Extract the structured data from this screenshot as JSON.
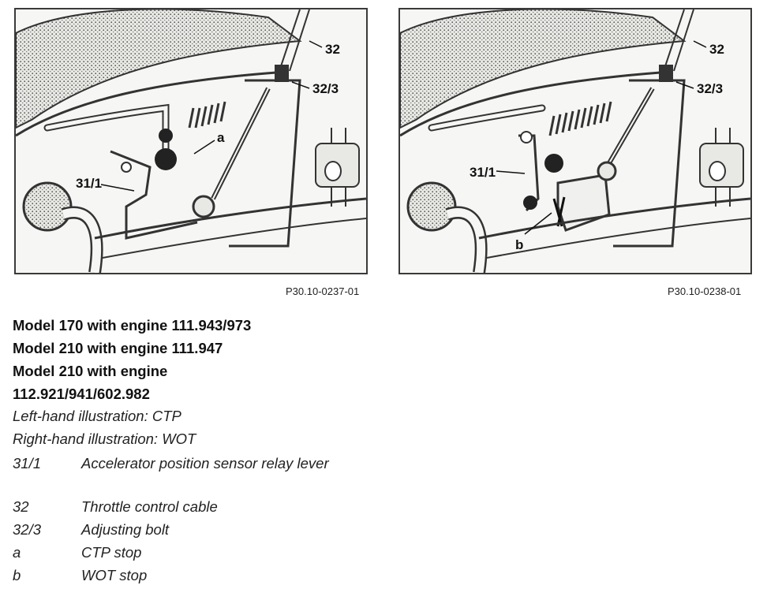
{
  "figures": [
    {
      "code": "P30.10-0237-01",
      "labels": {
        "cable": "32",
        "bolt": "32/3",
        "lever": "31/1",
        "stop": "a"
      }
    },
    {
      "code": "P30.10-0238-01",
      "labels": {
        "cable": "32",
        "bolt": "32/3",
        "lever": "31/1",
        "stop": "b"
      }
    }
  ],
  "headings": [
    "Model 170 with engine 111.943/973",
    "Model 210 with engine 111.947",
    "Model 210 with engine",
    "112.921/941/602.982"
  ],
  "notes": [
    "Left-hand illustration: CTP",
    "Right-hand illustration: WOT"
  ],
  "legend": [
    {
      "key": "31/1",
      "value": "Accelerator position sensor relay lever"
    },
    {
      "key": "32",
      "value": "Throttle control cable"
    },
    {
      "key": "32/3",
      "value": "Adjusting bolt"
    },
    {
      "key": "a",
      "value": "CTP stop"
    },
    {
      "key": "b",
      "value": "WOT stop"
    }
  ]
}
